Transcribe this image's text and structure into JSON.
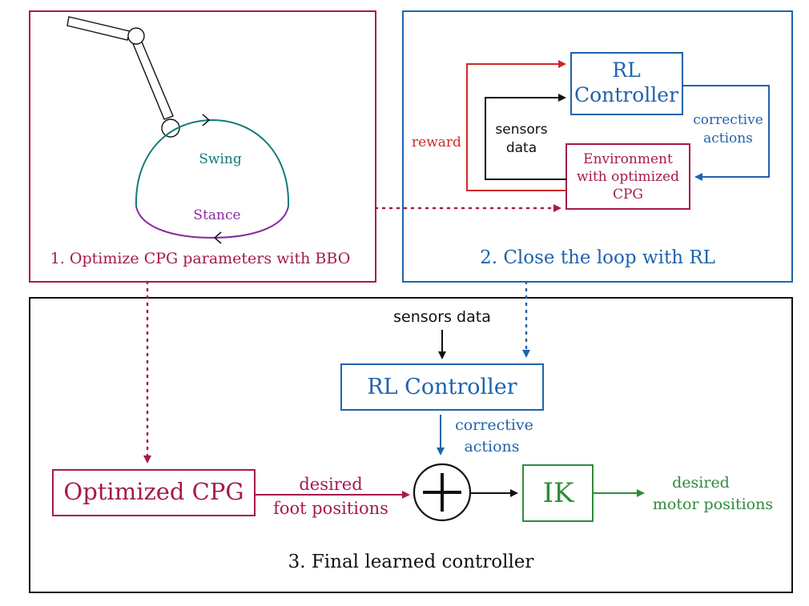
{
  "colors": {
    "crimson": "#a5194f",
    "blue": "#1f63ad",
    "red": "#cc2a2a",
    "green": "#2e8b3a",
    "teal": "#127a7a",
    "purple": "#8a2ca0",
    "black": "#111111"
  },
  "panel1": {
    "title": "1. Optimize CPG parameters with BBO",
    "swing_label": "Swing",
    "stance_label": "Stance"
  },
  "panel2": {
    "title": "2. Close the loop with RL",
    "rl_controller_line1": "RL",
    "rl_controller_line2": "Controller",
    "environment_line1": "Environment",
    "environment_line2": "with optimized",
    "environment_line3": "CPG",
    "reward_label": "reward",
    "sensors_line1": "sensors",
    "sensors_line2": "data",
    "corrective_line1": "corrective",
    "corrective_line2": "actions"
  },
  "panel3": {
    "title": "3. Final learned controller",
    "sensors_data": "sensors data",
    "rl_controller": "RL Controller",
    "corrective_line1": "corrective",
    "corrective_line2": "actions",
    "optimized_cpg": "Optimized CPG",
    "desired_foot_line1": "desired",
    "desired_foot_line2": "foot positions",
    "ik": "IK",
    "desired_motor_line1": "desired",
    "desired_motor_line2": "motor positions"
  }
}
